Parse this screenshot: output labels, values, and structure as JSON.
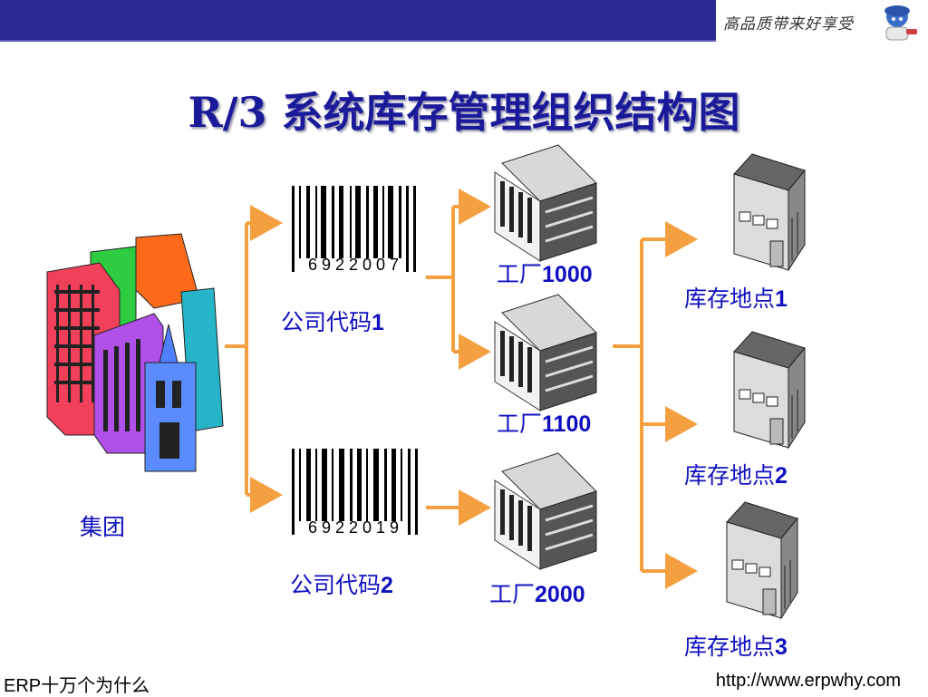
{
  "header": {
    "slogan": "高品质带来好享受",
    "title": "R/3 系统库存管理组织结构图"
  },
  "nodes": {
    "group": "集团",
    "company1": {
      "label": "公司代码1",
      "barcode_digits": "6 9 2 2 0 0 7"
    },
    "company2": {
      "label": "公司代码2",
      "barcode_digits": "6 9 2 2 0 1 9"
    },
    "plant1000": "工厂1000",
    "plant1100": "工厂1100",
    "plant2000": "工厂2000",
    "sloc1": "库存地点1",
    "sloc2": "库存地点2",
    "sloc3": "库存地点3"
  },
  "footer": {
    "left": "ERP十万个为什么",
    "right": "http://www.erpwhy.com"
  },
  "colors": {
    "topbar": "#2b2b93",
    "title": "#1a1a9a",
    "label": "#1010c0",
    "connector": "#f5a040"
  }
}
